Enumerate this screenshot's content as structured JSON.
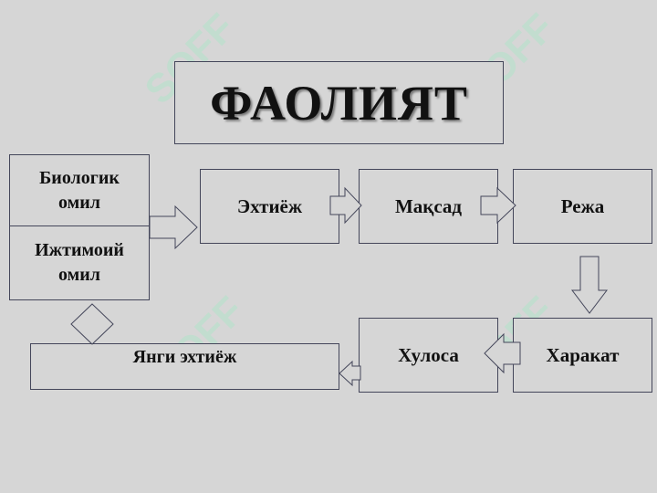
{
  "title": "ФАОЛИЯТ",
  "factors": {
    "biological": [
      "Биологик",
      "омил"
    ],
    "social": [
      "Ижтимоий",
      "омил"
    ]
  },
  "steps": {
    "need": "Эхтиёж",
    "goal": "Мақсад",
    "plan": "Режа",
    "action": "Харакат",
    "conclusion": "Хулоса",
    "new_need": "Янги эхтиёж"
  },
  "watermark": "SOFF",
  "colors": {
    "background": "#d6d6d6",
    "border": "#44465a",
    "watermark": "#aae6c8"
  }
}
